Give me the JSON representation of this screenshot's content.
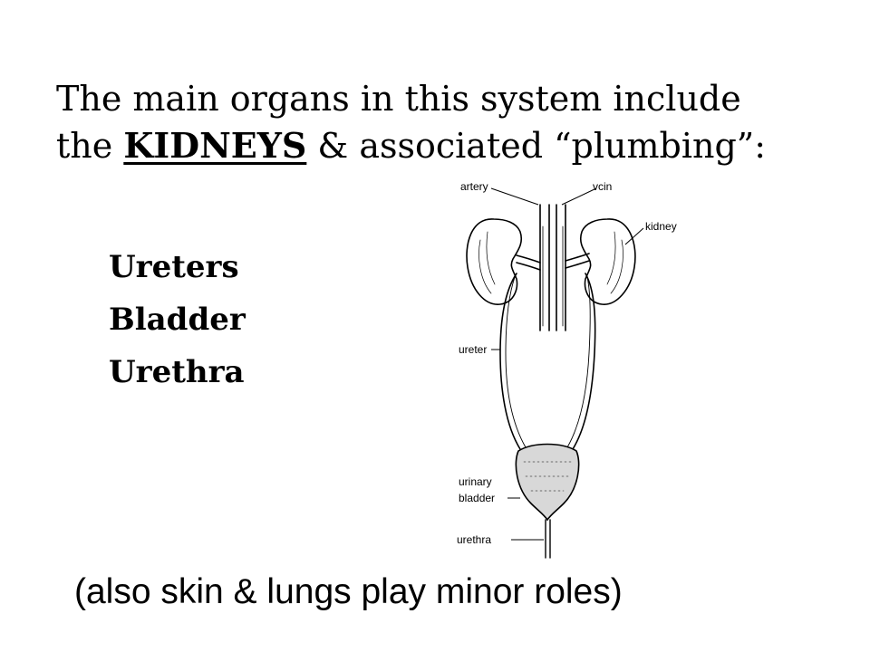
{
  "heading": {
    "line1": "The main organs in this system include",
    "line2_prefix": "the ",
    "keyword": "KIDNEYS",
    "line2_suffix": " & associated “plumbing”:"
  },
  "organs": [
    "Ureters",
    "Bladder",
    "Urethra"
  ],
  "diagram": {
    "labels": {
      "artery": "artery",
      "vein": "vcin",
      "kidney": "kidney",
      "ureter": "ureter",
      "urinary": "urinary",
      "bladder": "bladder",
      "urethra": "urethra"
    }
  },
  "footnote": "(also skin & lungs play minor roles)"
}
